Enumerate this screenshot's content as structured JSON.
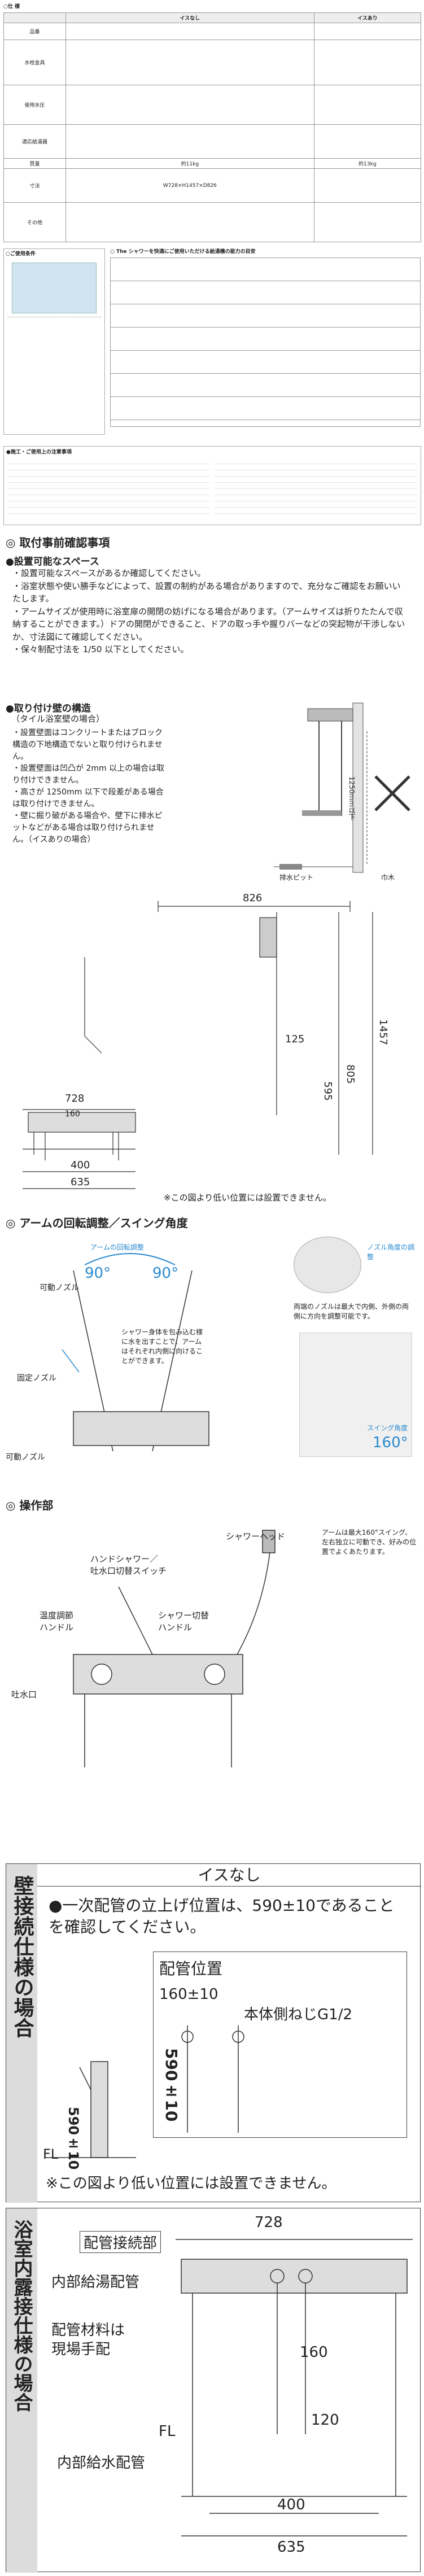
{
  "spec": {
    "title": "○仕 様",
    "col_headers": [
      "",
      "イスなし",
      "イスあり"
    ],
    "rows": [
      {
        "label": "品番",
        "a": "",
        "b": ""
      },
      {
        "label": "水栓金具",
        "a": "",
        "b": ""
      },
      {
        "label": "使用水圧",
        "a": "",
        "b": ""
      },
      {
        "label": "適応給湯器",
        "a": "",
        "b": ""
      },
      {
        "label": "質量",
        "a": "約11kg",
        "b": "約13kg"
      },
      {
        "label": "寸法",
        "a": "W728×H1457×D826",
        "b": ""
      },
      {
        "label": "その他",
        "a": "",
        "b": ""
      }
    ]
  },
  "tags": {
    "conditions": "○ご使用条件",
    "shower_table_title": "○ The シャワーを快適にご使用いただける給湯機の能力の目安",
    "construction_title": "●施工・ご使用上の注意事項"
  },
  "confirm": {
    "heading": "◎ 取付事前確認事項",
    "space_title": "●設置可能なスペース",
    "space_lines": [
      "・設置可能なスペースがあるか確認してください。",
      "・浴室状態や使い勝手などによって、設置の制約がある場合がありますので、充分なご確認をお願いいたします。",
      "・アームサイズが使用時に浴室扉の開閉の妨げになる場合があります。（アームサイズは折りたたんで収納することができます。）ドアの開閉ができること、ドアの取っ手や握りバーなどの突起物が干渉しないか、寸法図にて確認してください。",
      "・保々制配寸法を 1/50 以下としてください。"
    ],
    "wall_title": "●取り付け壁の構造",
    "wall_sub": "（タイル浴室壁の場合）",
    "wall_lines": [
      "・設置壁面はコンクリートまたはブロック構造の下地構造でないと取り付けられません。",
      "・設置壁面は凹凸が 2mm 以上の場合は取り付けできません。",
      "・高さが 1250mm 以下で段差がある場合は取り付けできません。",
      "・壁に掘り破がある場合や、壁下に排水ピットなどがある場合は取り付けられません。（イスありの場合）"
    ],
    "note_1250": "1250mm以下",
    "label_drain_pit": "排水ピット",
    "label_wall_base": "巾木",
    "note_low": "※この図より低い位置には設置できません。",
    "dims": {
      "d826": "826",
      "d728": "728",
      "d160": "160",
      "d125": "125",
      "d805": "805",
      "d595": "595",
      "d1457": "1457",
      "d400": "400",
      "d635": "635"
    }
  },
  "arm": {
    "heading": "◎ アームの回転調整／スイング角度",
    "label_rot": "アームの回転調整",
    "label_movable": "可動ノズル",
    "label_fixed": "固定ノズル",
    "label_movable2": "可動ノズル",
    "angle1": "90°",
    "angle2": "90°",
    "note_center": "シャワー身体を包み込む様に水を出すことで、アームはそれぞれ内側に向けることができます。",
    "label_nozzle_angle": "ノズル角度の調整",
    "note_both": "両端のノズルは最大で内側、外側の両側に方向を調整可能です。",
    "label_swing": "スイング角度",
    "swing": "160°"
  },
  "ops": {
    "heading": "◎ 操作部",
    "shower_head": "シャワーヘッド",
    "note_swing": "アームは最大160°スイング、左右独立に可動でき、好みの位置でよくあたります。",
    "hand_shower": "ハンドシャワー／\n吐水口切替スイッチ",
    "temp": "温度調節\nハンドル",
    "switch": "シャワー切替\nハンドル",
    "spout": "吐水口"
  },
  "wall_conn": {
    "side_title": "壁接続仕様の場合",
    "top": "イスなし",
    "main": "●一次配管の立上げ位置は、590±10であることを確認してください。",
    "pos_title": "配管位置",
    "d160": "160±10",
    "screw": "本体側ねじG1/2",
    "fl": "FL",
    "d590a": "590±10",
    "d590b": "590±10",
    "note": "※この図より低い位置には設置できません。"
  },
  "bath_conn": {
    "side_title": "浴室内露接仕様の場合",
    "d728": "728",
    "d160": "160",
    "d120": "120",
    "d400": "400",
    "d635": "635",
    "fl": "FL",
    "pipe_section": "配管接続部",
    "hot": "内部給湯配管",
    "material": "配管材料は\n現場手配",
    "cold": "内部給水配管"
  }
}
